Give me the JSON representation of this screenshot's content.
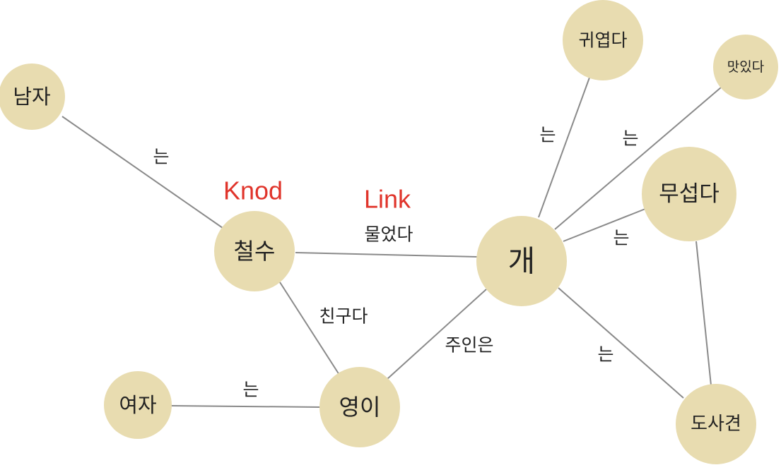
{
  "diagram": {
    "annotations": {
      "node_term": "Knod",
      "link_term": "Link"
    },
    "nodes": [
      {
        "id": "namja",
        "label": "남자"
      },
      {
        "id": "cheolsu",
        "label": "철수"
      },
      {
        "id": "gae",
        "label": "개"
      },
      {
        "id": "gwiyeopda",
        "label": "귀엽다"
      },
      {
        "id": "masitda",
        "label": "맛있다"
      },
      {
        "id": "museopda",
        "label": "무섭다"
      },
      {
        "id": "dosagyeon",
        "label": "도사견"
      },
      {
        "id": "yeongi",
        "label": "영이"
      },
      {
        "id": "yeoja",
        "label": "여자"
      }
    ],
    "edges": [
      {
        "id": "namja-cheolsu",
        "from": "namja",
        "to": "cheolsu",
        "label": "는"
      },
      {
        "id": "cheolsu-gae",
        "from": "cheolsu",
        "to": "gae",
        "label": "물었다"
      },
      {
        "id": "cheolsu-yeongi",
        "from": "cheolsu",
        "to": "yeongi",
        "label": "친구다"
      },
      {
        "id": "yeoja-yeongi",
        "from": "yeoja",
        "to": "yeongi",
        "label": "는"
      },
      {
        "id": "yeongi-gae",
        "from": "yeongi",
        "to": "gae",
        "label": "주인은"
      },
      {
        "id": "gae-gwiyeopda",
        "from": "gae",
        "to": "gwiyeopda",
        "label": "는"
      },
      {
        "id": "gae-masitda",
        "from": "gae",
        "to": "masitda",
        "label": "는"
      },
      {
        "id": "gae-museopda",
        "from": "gae",
        "to": "museopda",
        "label": "는"
      },
      {
        "id": "gae-dosagyeon",
        "from": "gae",
        "to": "dosagyeon",
        "label": "는"
      },
      {
        "id": "museopda-dosagyeon",
        "from": "museopda",
        "to": "dosagyeon",
        "label": ""
      }
    ]
  }
}
